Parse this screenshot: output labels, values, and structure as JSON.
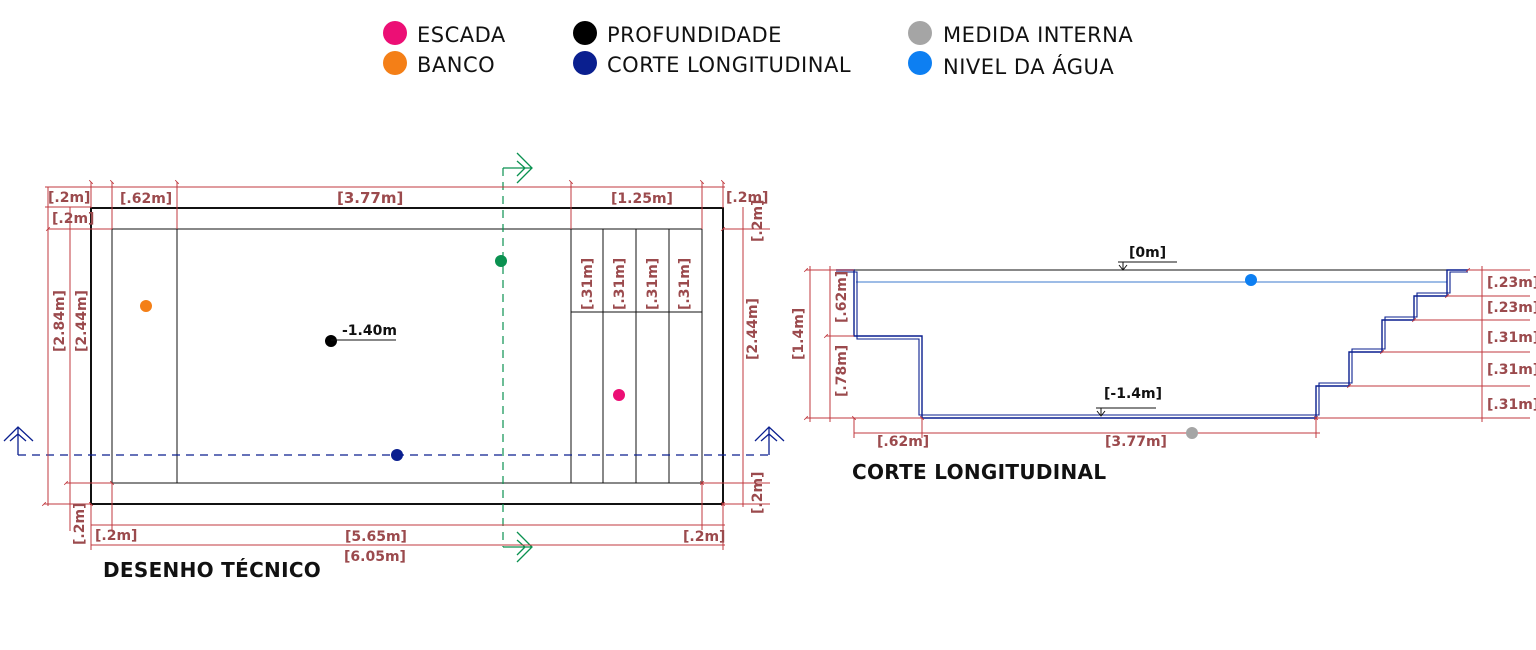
{
  "legend": {
    "escada": {
      "label": "ESCADA",
      "color": "#ec0f75"
    },
    "banco": {
      "label": "BANCO",
      "color": "#f47f17"
    },
    "profundidade": {
      "label": "PROFUNDIDADE",
      "color": "#000000"
    },
    "corte": {
      "label": "CORTE LONGITUDINAL",
      "color": "#0a1f8f"
    },
    "medida": {
      "label": "MEDIDA INTERNA",
      "color": "#a5a5a5"
    },
    "nivel": {
      "label": "NIVEL DA ÁGUA",
      "color": "#0d7ff2"
    }
  },
  "cut_marker_color": "#0a9150",
  "plan": {
    "title": "DESENHO TÉCNICO",
    "depth_label": "-1.40m",
    "dims": {
      "top_left_edge": "[.2m]",
      "top_bench": "[.62m]",
      "top_pool": "[3.77m]",
      "top_steps": "[1.25m]",
      "top_right_edge": "[.2m]",
      "left_top_edge": "[.2m]",
      "left_total": "[2.84m]",
      "left_inner": "[2.44m]",
      "left_bottom_edge": "[.2m]",
      "right_top_edge": "[.2m]",
      "right_inner": "[2.44m]",
      "right_bottom_edge": "[.2m]",
      "step1": "[.31m]",
      "step2": "[.31m]",
      "step3": "[.31m]",
      "step4": "[.31m]",
      "bottom_left_edge": "[.2m]",
      "bottom_inner": "[5.65m]",
      "bottom_right_edge": "[.2m]",
      "bottom_total": "[6.05m]"
    }
  },
  "section": {
    "title": "CORTE LONGITUDINAL",
    "top_level": "[0m]",
    "bottom_level": "[-1.4m]",
    "dims": {
      "total_depth": "[1.4m]",
      "bench_height": "[.62m]",
      "lower_height": "[.78m]",
      "bench_width": "[.62m]",
      "floor_length": "[3.77m]",
      "r1": "[.23m]",
      "r2": "[.23m]",
      "r3": "[.31m]",
      "r4": "[.31m]",
      "r5": "[.31m]"
    }
  }
}
